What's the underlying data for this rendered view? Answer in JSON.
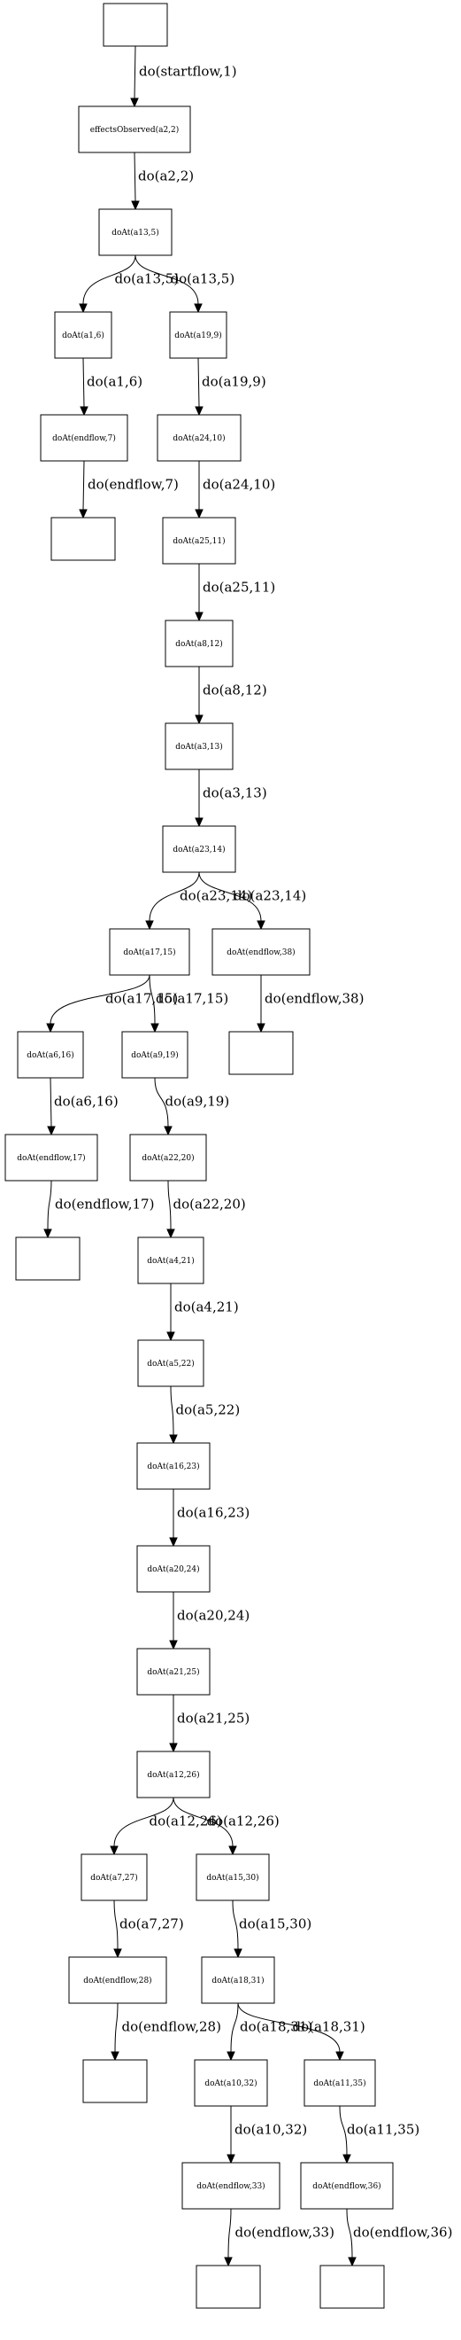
{
  "nodes": [
    {
      "id": "n0",
      "label": ""
    },
    {
      "id": "n1",
      "label": "effectsObserved(a2,2)"
    },
    {
      "id": "n2",
      "label": "doAt(a13,5)"
    },
    {
      "id": "n3",
      "label": "doAt(a1,6)"
    },
    {
      "id": "n4",
      "label": "doAt(a19,9)"
    },
    {
      "id": "n5",
      "label": "doAt(endflow,7)"
    },
    {
      "id": "n6",
      "label": ""
    },
    {
      "id": "n7",
      "label": "doAt(a24,10)"
    },
    {
      "id": "n8",
      "label": "doAt(a25,11)"
    },
    {
      "id": "n9",
      "label": "doAt(a8,12)"
    },
    {
      "id": "n10",
      "label": "doAt(a3,13)"
    },
    {
      "id": "n11",
      "label": "doAt(a23,14)"
    },
    {
      "id": "n12",
      "label": "doAt(a17,15)"
    },
    {
      "id": "n13",
      "label": "doAt(endflow,38)"
    },
    {
      "id": "n14",
      "label": ""
    },
    {
      "id": "n15",
      "label": "doAt(a6,16)"
    },
    {
      "id": "n16",
      "label": "doAt(a9,19)"
    },
    {
      "id": "n17",
      "label": "doAt(endflow,17)"
    },
    {
      "id": "n18",
      "label": ""
    },
    {
      "id": "n19",
      "label": "doAt(a22,20)"
    },
    {
      "id": "n20",
      "label": "doAt(a4,21)"
    },
    {
      "id": "n21",
      "label": "doAt(a5,22)"
    },
    {
      "id": "n22",
      "label": "doAt(a16,23)"
    },
    {
      "id": "n23",
      "label": "doAt(a20,24)"
    },
    {
      "id": "n24",
      "label": "doAt(a21,25)"
    },
    {
      "id": "n25",
      "label": "doAt(a12,26)"
    },
    {
      "id": "n26",
      "label": "doAt(a7,27)"
    },
    {
      "id": "n27",
      "label": "doAt(a15,30)"
    },
    {
      "id": "n28",
      "label": "doAt(endflow,28)"
    },
    {
      "id": "n29",
      "label": ""
    },
    {
      "id": "n30",
      "label": "doAt(a18,31)"
    },
    {
      "id": "n31",
      "label": "doAt(a10,32)"
    },
    {
      "id": "n32",
      "label": "doAt(a11,35)"
    },
    {
      "id": "n33",
      "label": "doAt(endflow,33)"
    },
    {
      "id": "n34",
      "label": "doAt(endflow,36)"
    },
    {
      "id": "n35",
      "label": ""
    },
    {
      "id": "n36",
      "label": ""
    }
  ],
  "edges": [
    {
      "from": "n0",
      "to": "n1",
      "label": "do(startflow,1)"
    },
    {
      "from": "n1",
      "to": "n2",
      "label": "do(a2,2)"
    },
    {
      "from": "n2",
      "to": "n3",
      "label": "do(a13,5)"
    },
    {
      "from": "n2",
      "to": "n4",
      "label": "do(a13,5)"
    },
    {
      "from": "n3",
      "to": "n5",
      "label": "do(a1,6)"
    },
    {
      "from": "n4",
      "to": "n7",
      "label": "do(a19,9)"
    },
    {
      "from": "n5",
      "to": "n6",
      "label": "do(endflow,7)"
    },
    {
      "from": "n7",
      "to": "n8",
      "label": "do(a24,10)"
    },
    {
      "from": "n8",
      "to": "n9",
      "label": "do(a25,11)"
    },
    {
      "from": "n9",
      "to": "n10",
      "label": "do(a8,12)"
    },
    {
      "from": "n10",
      "to": "n11",
      "label": "do(a3,13)"
    },
    {
      "from": "n11",
      "to": "n12",
      "label": "do(a23,14)"
    },
    {
      "from": "n11",
      "to": "n13",
      "label": "do(a23,14)"
    },
    {
      "from": "n13",
      "to": "n14",
      "label": "do(endflow,38)"
    },
    {
      "from": "n12",
      "to": "n15",
      "label": "do(a17,15)"
    },
    {
      "from": "n12",
      "to": "n16",
      "label": "do(a17,15)"
    },
    {
      "from": "n15",
      "to": "n17",
      "label": "do(a6,16)"
    },
    {
      "from": "n16",
      "to": "n19",
      "label": "do(a9,19)"
    },
    {
      "from": "n17",
      "to": "n18",
      "label": "do(endflow,17)"
    },
    {
      "from": "n19",
      "to": "n20",
      "label": "do(a22,20)"
    },
    {
      "from": "n20",
      "to": "n21",
      "label": "do(a4,21)"
    },
    {
      "from": "n21",
      "to": "n22",
      "label": "do(a5,22)"
    },
    {
      "from": "n22",
      "to": "n23",
      "label": "do(a16,23)"
    },
    {
      "from": "n23",
      "to": "n24",
      "label": "do(a20,24)"
    },
    {
      "from": "n24",
      "to": "n25",
      "label": "do(a21,25)"
    },
    {
      "from": "n25",
      "to": "n26",
      "label": "do(a12,26)"
    },
    {
      "from": "n25",
      "to": "n27",
      "label": "do(a12,26)"
    },
    {
      "from": "n26",
      "to": "n28",
      "label": "do(a7,27)"
    },
    {
      "from": "n27",
      "to": "n30",
      "label": "do(a15,30)"
    },
    {
      "from": "n28",
      "to": "n29",
      "label": "do(endflow,28)"
    },
    {
      "from": "n30",
      "to": "n31",
      "label": "do(a18,31)"
    },
    {
      "from": "n30",
      "to": "n32",
      "label": "do(a18,31)"
    },
    {
      "from": "n31",
      "to": "n33",
      "label": "do(a10,32)"
    },
    {
      "from": "n32",
      "to": "n34",
      "label": "do(a11,35)"
    },
    {
      "from": "n33",
      "to": "n35",
      "label": "do(endflow,33)"
    },
    {
      "from": "n34",
      "to": "n36",
      "label": "do(endflow,36)"
    }
  ]
}
